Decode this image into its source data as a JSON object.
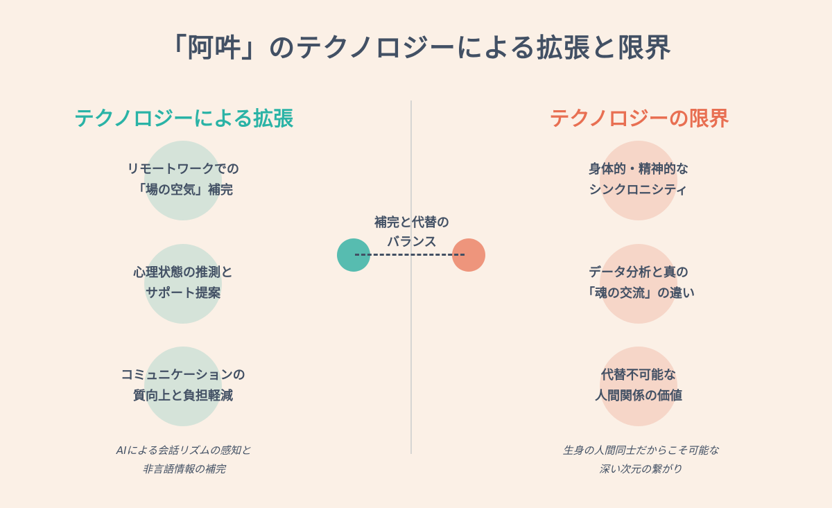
{
  "title": "「阿吽」のテクノロジーによる拡張と限界",
  "left": {
    "heading": "テクノロジーによる拡張",
    "items": [
      {
        "line1": "リモートワークでの",
        "line2": "「場の空気」補完"
      },
      {
        "line1": "心理状態の推測と",
        "line2": "サポート提案"
      },
      {
        "line1": "コミュニケーションの",
        "line2": "質向上と負担軽減"
      }
    ],
    "note": {
      "line1": "AIによる会話リズムの感知と",
      "line2": "非言語情報の補完"
    },
    "accent": "#2ab3a6"
  },
  "right": {
    "heading": "テクノロジーの限界",
    "items": [
      {
        "line1": "身体的・精神的な",
        "line2": "シンクロニシティ"
      },
      {
        "line1": "データ分析と真の",
        "line2": "「魂の交流」の違い"
      },
      {
        "line1": "代替不可能な",
        "line2": "人間関係の価値"
      }
    ],
    "note": {
      "line1": "生身の人間同士だからこそ可能な",
      "line2": "深い次元の繋がり"
    },
    "accent": "#e86f52"
  },
  "balance": {
    "line1": "補完と代替の",
    "line2": "バランス"
  }
}
